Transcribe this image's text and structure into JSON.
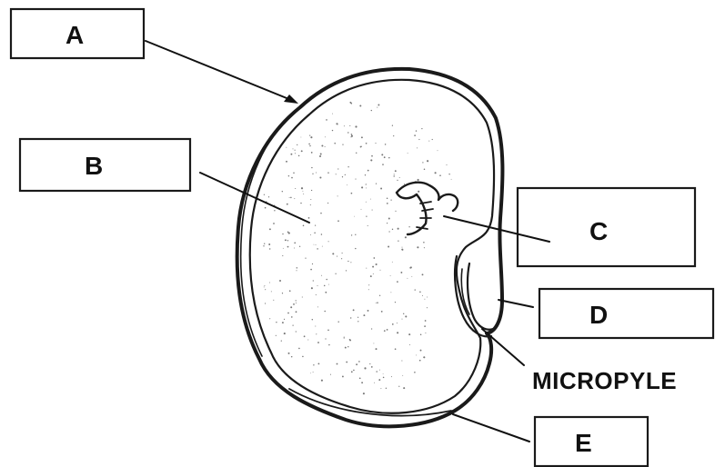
{
  "labels": {
    "a": "A",
    "b": "B",
    "c": "C",
    "d": "D",
    "e": "E"
  },
  "micropyle": "MICROPYLE",
  "colors": {
    "ink": "#111111",
    "paper": "#ffffff",
    "stipple": "#777777"
  }
}
